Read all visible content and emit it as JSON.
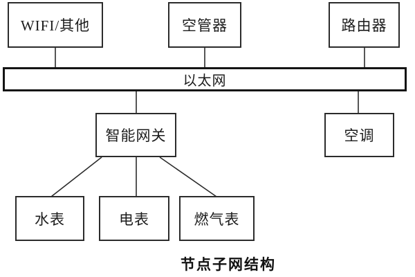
{
  "diagram": {
    "caption": "节点子网结构",
    "bus": {
      "label": "以太网"
    },
    "nodes": {
      "wifi": {
        "label": "WIFI/其他"
      },
      "air_manager": {
        "label": "空管器"
      },
      "router": {
        "label": "路由器"
      },
      "gateway": {
        "label": "智能网关"
      },
      "air_conditioner": {
        "label": "空调"
      },
      "water_meter": {
        "label": "水表"
      },
      "electric_meter": {
        "label": "电表"
      },
      "gas_meter": {
        "label": "燃气表"
      }
    },
    "edges": [
      {
        "from": "wifi",
        "to": "ethernet_bus"
      },
      {
        "from": "air_manager",
        "to": "ethernet_bus"
      },
      {
        "from": "router",
        "to": "ethernet_bus"
      },
      {
        "from": "ethernet_bus",
        "to": "gateway"
      },
      {
        "from": "ethernet_bus",
        "to": "air_conditioner"
      },
      {
        "from": "gateway",
        "to": "water_meter"
      },
      {
        "from": "gateway",
        "to": "electric_meter"
      },
      {
        "from": "gateway",
        "to": "gas_meter"
      }
    ],
    "colors": {
      "line": "#2b2b2b",
      "bus_border": "#141414",
      "background": "#ffffff",
      "text": "#1c1c1c"
    }
  }
}
